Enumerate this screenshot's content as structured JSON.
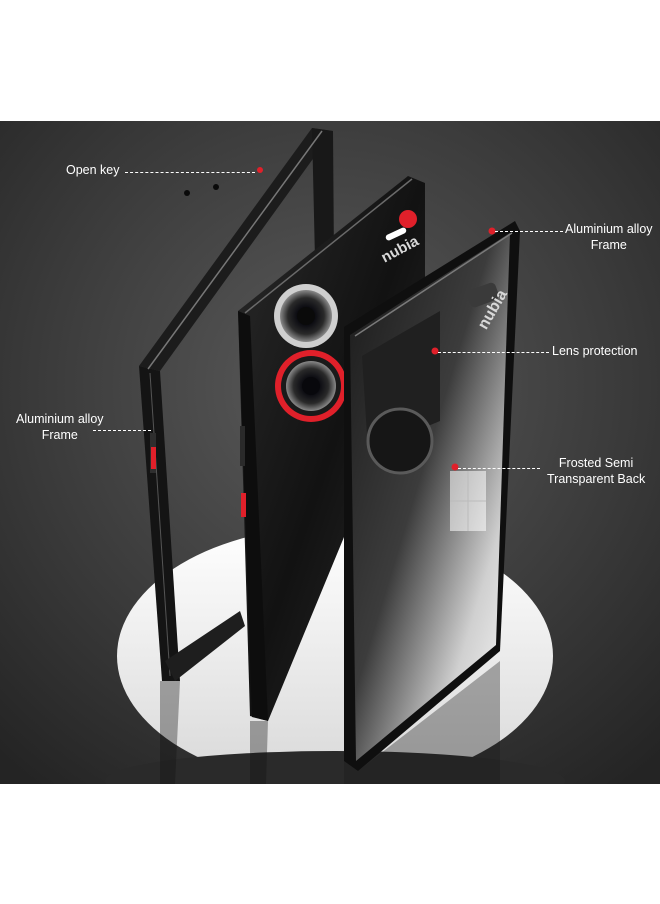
{
  "annotations": {
    "open_key": "Open key",
    "aluminium_frame_right": [
      "Aluminium alloy",
      "Frame"
    ],
    "lens_protection": "Lens protection",
    "aluminium_frame_left": [
      "Aluminium alloy",
      "Frame"
    ],
    "frosted_back": [
      "Frosted Semi",
      "Transparent Back"
    ]
  },
  "product": {
    "brand_phone": "nubia",
    "brand_case": "nubia"
  },
  "colors": {
    "background": "#3a3a3a",
    "accent_red": "#e0202a",
    "frame_black": "#111111"
  }
}
